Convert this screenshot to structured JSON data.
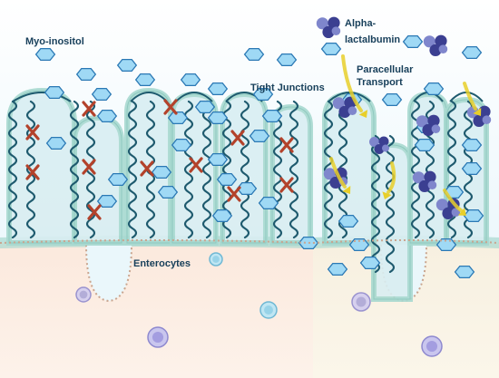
{
  "labels": {
    "myo_inositol": "Myo-inositol",
    "alpha_lactalbumin": "Alpha-",
    "alpha_lactalbumin_2": "lactalbumin",
    "tight_junctions": "Tight Junctions",
    "paracellular": "Paracellular",
    "transport": "Transport",
    "enterocytes": "Enterocytes"
  },
  "colors": {
    "hexagon_fill": "#9fd9f5",
    "hexagon_stroke": "#2a78b4",
    "protein_dark": "#3b3f91",
    "protein_light": "#7f86cc",
    "junction_strand": "#1e5a6e",
    "cross_mark": "#b3422b",
    "arrow": "#e8cf2a",
    "villus_fill": "#a8d9d0",
    "lumen": "#eaf7fb",
    "tissue": "#fcefe6"
  },
  "icons": [
    "hexagon-icon",
    "protein-cluster-icon",
    "cross-icon",
    "arrow-icon",
    "cell-icon"
  ]
}
